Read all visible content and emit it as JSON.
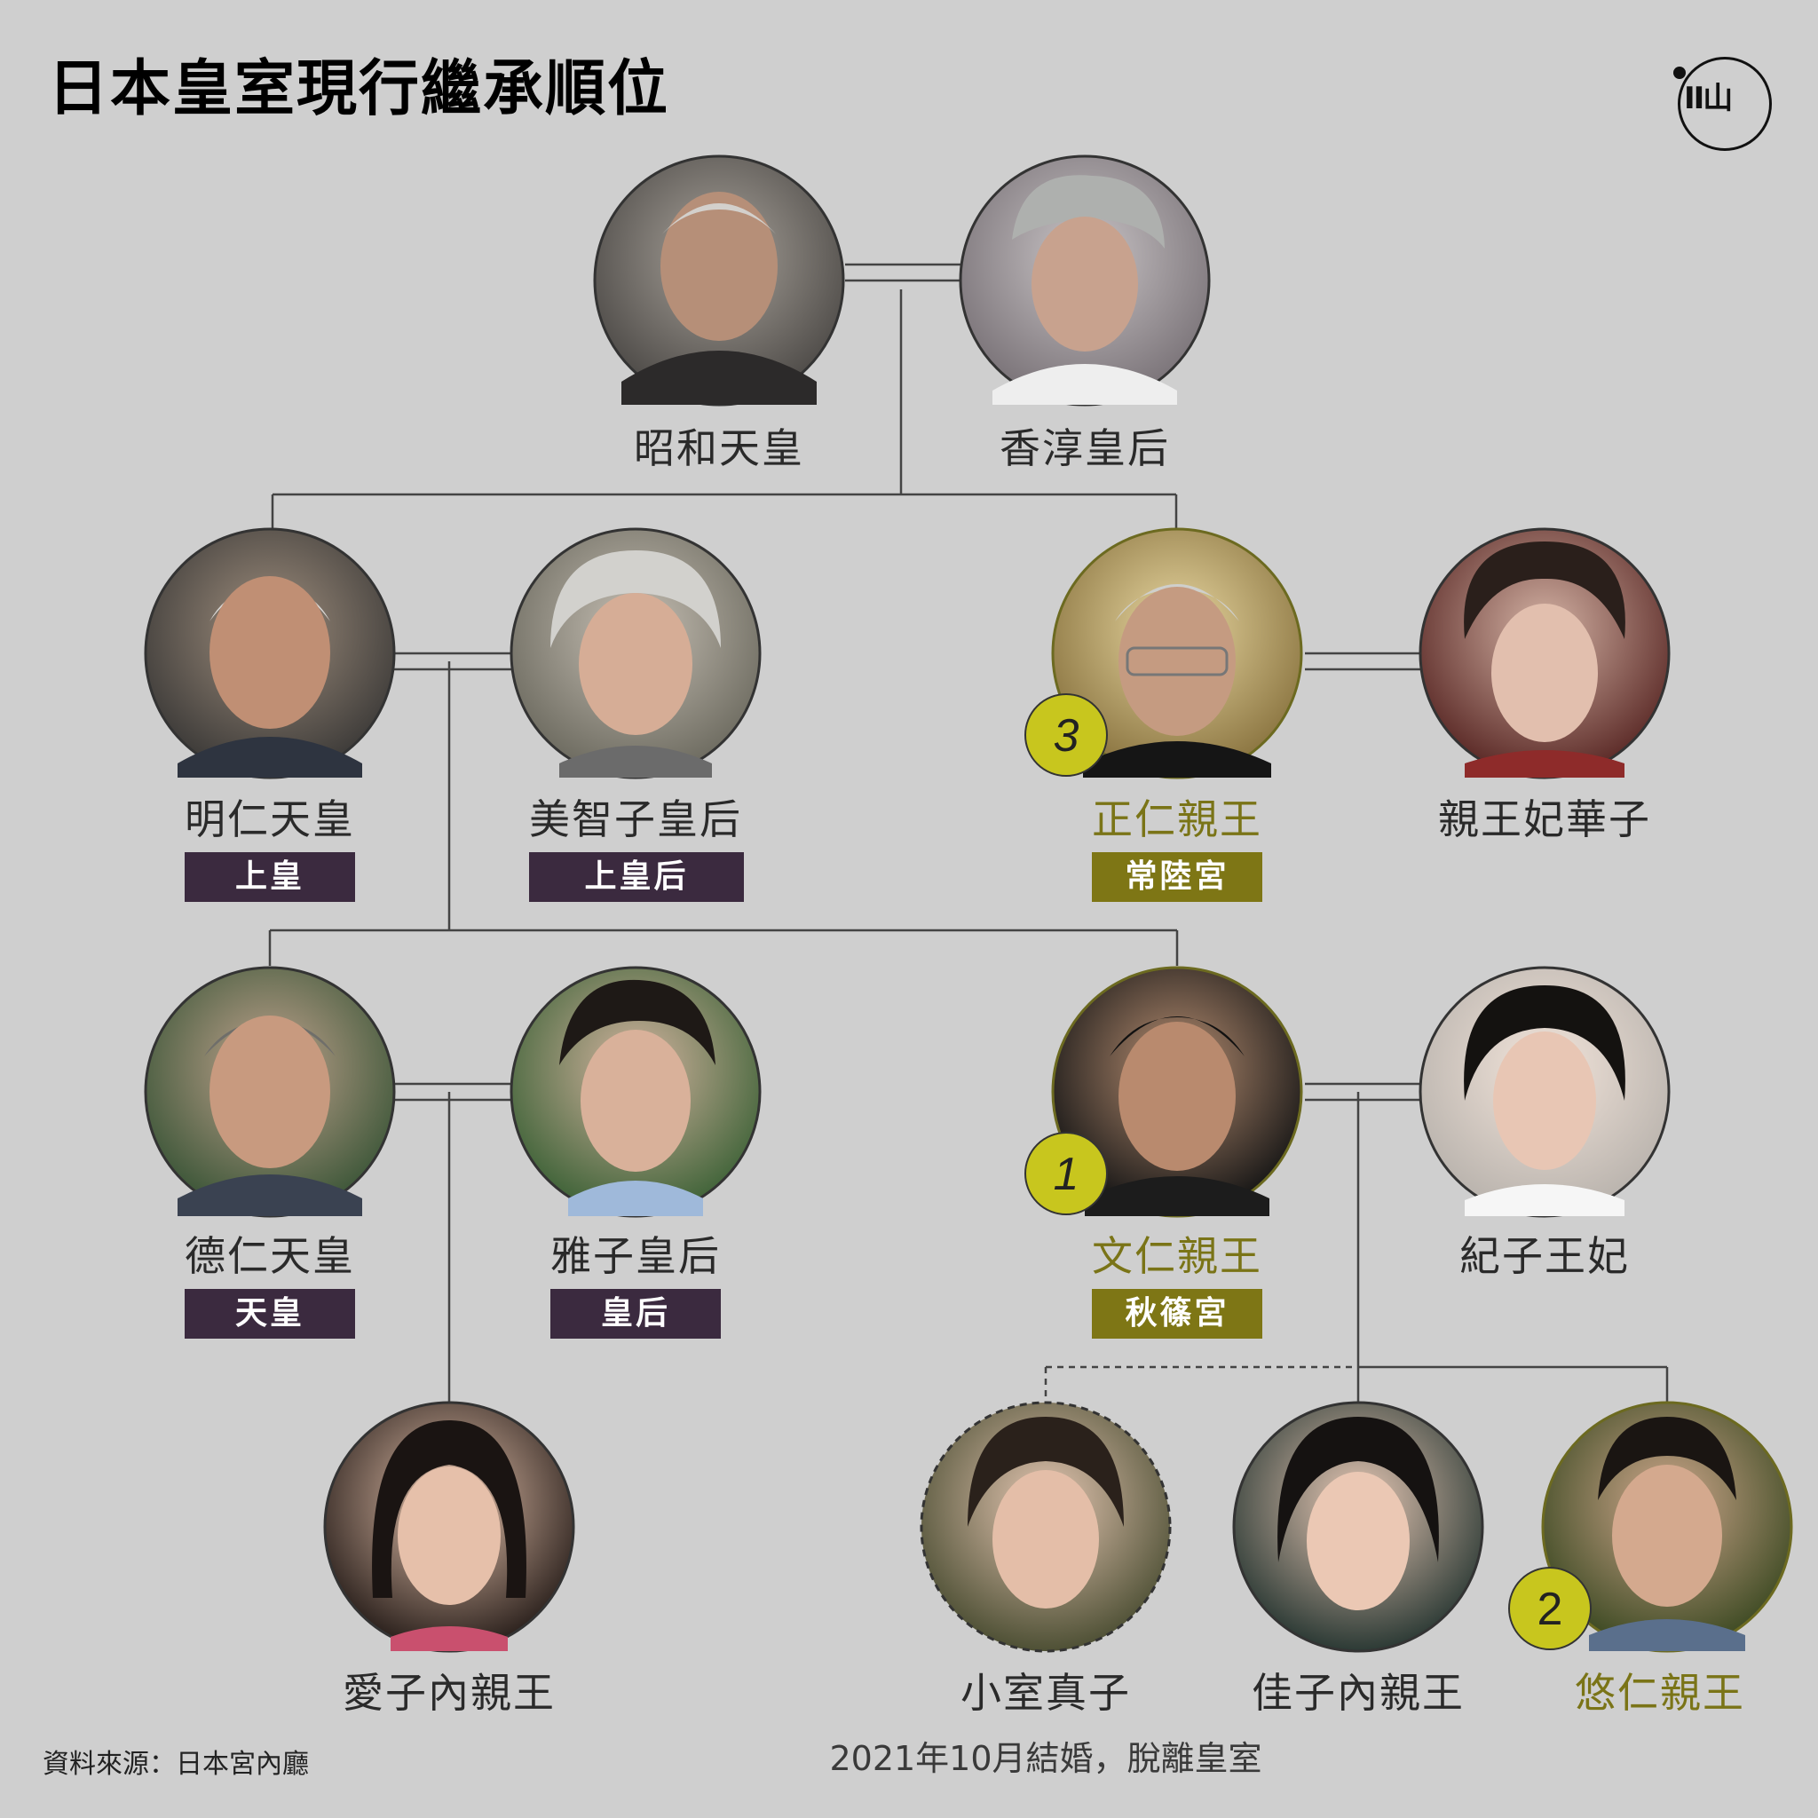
{
  "title": "日本皇室現行繼承順位",
  "logo": {
    "icon": "initium-logo-icon",
    "glyph": "II山"
  },
  "colors": {
    "background": "#cfcfcf",
    "line": "#444444",
    "gold": "#c8c61e",
    "gold_text": "#7a7417",
    "badge_purple": "#3b2a3f",
    "badge_olive": "#7e7615"
  },
  "people": {
    "showa": {
      "name": "昭和天皇"
    },
    "kojun": {
      "name": "香淳皇后"
    },
    "akihito": {
      "name": "明仁天皇",
      "title": "上皇"
    },
    "michiko": {
      "name": "美智子皇后",
      "title": "上皇后"
    },
    "masahito": {
      "name": "正仁親王",
      "title": "常陸宮",
      "rank": "3"
    },
    "hanako": {
      "name": "親王妃華子"
    },
    "naruhito": {
      "name": "德仁天皇",
      "title": "天皇"
    },
    "masako": {
      "name": "雅子皇后",
      "title": "皇后"
    },
    "fumihito": {
      "name": "文仁親王",
      "title": "秋篠宮",
      "rank": "1"
    },
    "kiko": {
      "name": "紀子王妃"
    },
    "aiko": {
      "name": "愛子內親王"
    },
    "mako": {
      "name": "小室真子",
      "note": "2021年10月結婚，脫離皇室"
    },
    "kako": {
      "name": "佳子內親王"
    },
    "hisahito": {
      "name": "悠仁親王",
      "rank": "2"
    }
  },
  "source": "資料來源：日本宮內廳"
}
